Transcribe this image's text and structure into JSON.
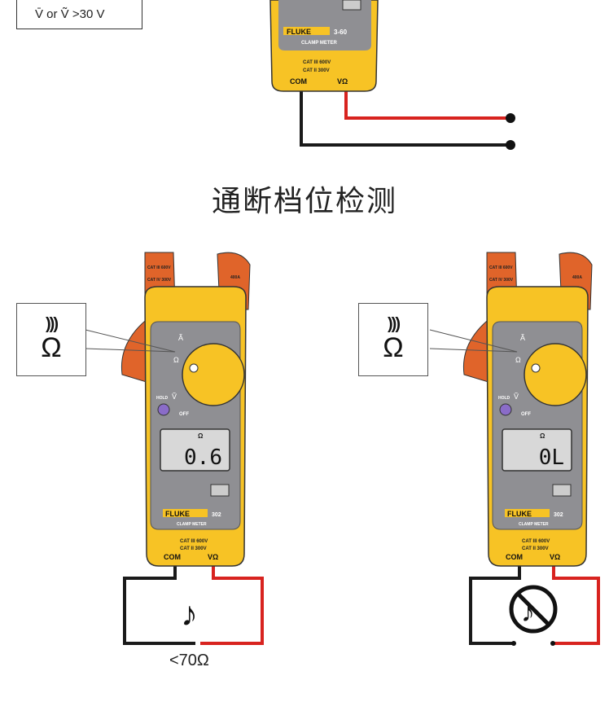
{
  "top_box": {
    "text": "V̄ or Ṽ  >30 V"
  },
  "title": "通断档位检测",
  "top_meter": {
    "brand": "FLUKE",
    "model": "3-60",
    "subtitle": "CLAMP METER",
    "cat1": "CAT III 600V",
    "cat2": "CAT II 300V",
    "com": "COM",
    "vohm": "VΩ"
  },
  "meters": [
    {
      "brand": "FLUKE",
      "model": "302",
      "subtitle": "CLAMP METER",
      "display_unit": "Ω",
      "display_value": "0.6",
      "cat1": "CAT III 600V",
      "cat2": "CAT II 300V",
      "com": "COM",
      "vohm": "VΩ",
      "hold": "HOLD",
      "off": "OFF",
      "jaw_cat1": "CAT III 600V",
      "jaw_cat2": "CAT IV 300V",
      "jaw_range": "400A"
    },
    {
      "brand": "FLUKE",
      "model": "302",
      "subtitle": "CLAMP METER",
      "display_unit": "Ω",
      "display_value": "0L",
      "cat1": "CAT III 600V",
      "cat2": "CAT II 300V",
      "com": "COM",
      "vohm": "VΩ",
      "hold": "HOLD",
      "off": "OFF",
      "jaw_cat1": "CAT III 600V",
      "jaw_cat2": "CAT IV 300V",
      "jaw_range": "400A"
    }
  ],
  "callouts": [
    {
      "sound_icon": ")))",
      "symbol": "Ω"
    },
    {
      "sound_icon": ")))",
      "symbol": "Ω"
    }
  ],
  "continuity_label": "<70Ω",
  "colors": {
    "yellow": "#f7c325",
    "gray": "#8f8f93",
    "orange": "#e0642a",
    "red": "#d8231f",
    "black": "#1a1a1a"
  }
}
